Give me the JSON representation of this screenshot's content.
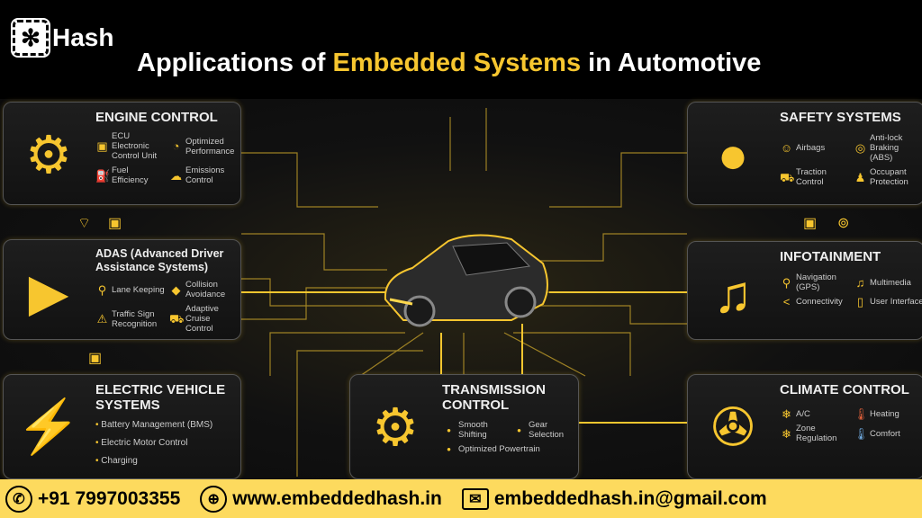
{
  "brand": {
    "logo_text": "Hash",
    "logo_icon": "chip-gear-icon"
  },
  "title": {
    "prefix": "Applications of ",
    "highlight": "Embedded Systems",
    "suffix": " in Automotive"
  },
  "colors": {
    "accent": "#f7c62f",
    "footer_bg": "#fdda5e",
    "background": "#111111"
  },
  "cards": {
    "engine": {
      "title": "ENGINE CONTROL",
      "icon": "engine-icon",
      "items": [
        {
          "icon": "chip-icon",
          "label": "ECU Electronic Control Unit"
        },
        {
          "icon": "speedometer-icon",
          "label": "Optimized Performance"
        },
        {
          "icon": "fuel-pump-icon",
          "label": "Fuel Efficiency"
        },
        {
          "icon": "cloud-icon",
          "label": "Emissions Control"
        }
      ]
    },
    "adas": {
      "title": "ADAS (Advanced Driver Assistance Systems)",
      "icon": "monitor-icon",
      "items": [
        {
          "icon": "location-pin-icon",
          "label": "Lane Keeping"
        },
        {
          "icon": "collision-icon",
          "label": "Collision Avoidance"
        },
        {
          "icon": "warning-icon",
          "label": "Traffic Sign Recognition"
        },
        {
          "icon": "car-icon",
          "label": "Adaptive Cruise Control"
        }
      ]
    },
    "ev": {
      "title": "ELECTRIC VEHICLE SYSTEMS",
      "icon": "battery-plug-icon",
      "items": [
        "Battery Management (BMS)",
        "Electric Motor Control",
        "Charging"
      ]
    },
    "safety": {
      "title": "SAFETY SYSTEMS",
      "icon": "airbag-icon",
      "items": [
        {
          "icon": "airbag-icon",
          "label": "Airbags"
        },
        {
          "icon": "abs-icon",
          "label": "Anti-lock Braking (ABS)"
        },
        {
          "icon": "traction-icon",
          "label": "Traction Control"
        },
        {
          "icon": "occupant-icon",
          "label": "Occupant Protection"
        }
      ]
    },
    "infotainment": {
      "title": "INFOTAINMENT",
      "icon": "tablet-map-icon",
      "items": [
        {
          "icon": "location-pin-icon",
          "label": "Navigation (GPS)"
        },
        {
          "icon": "music-note-icon",
          "label": "Multimedia"
        },
        {
          "icon": "share-icon",
          "label": "Connectivity"
        },
        {
          "icon": "phone-icon",
          "label": "User Interface"
        }
      ]
    },
    "transmission": {
      "title": "TRANSMISSION CONTROL",
      "icon": "gear-shift-icon",
      "items": [
        "Smooth Shifting",
        "Gear Selection",
        "Optimized Powertrain"
      ]
    },
    "climate": {
      "title": "CLIMATE CONTROL",
      "icon": "fan-icon",
      "items": [
        {
          "icon": "snowflake-icon",
          "label": "A/C"
        },
        {
          "icon": "thermometer-hot-icon",
          "label": "Heating"
        },
        {
          "icon": "snowflake-icon",
          "label": "Zone Regulation"
        },
        {
          "icon": "thermometer-cold-icon",
          "label": "Comfort"
        }
      ]
    }
  },
  "footer": {
    "phone": "+91 7997003355",
    "website": "www.embeddedhash.in",
    "email": "embeddedhash.in@gmail.com"
  }
}
